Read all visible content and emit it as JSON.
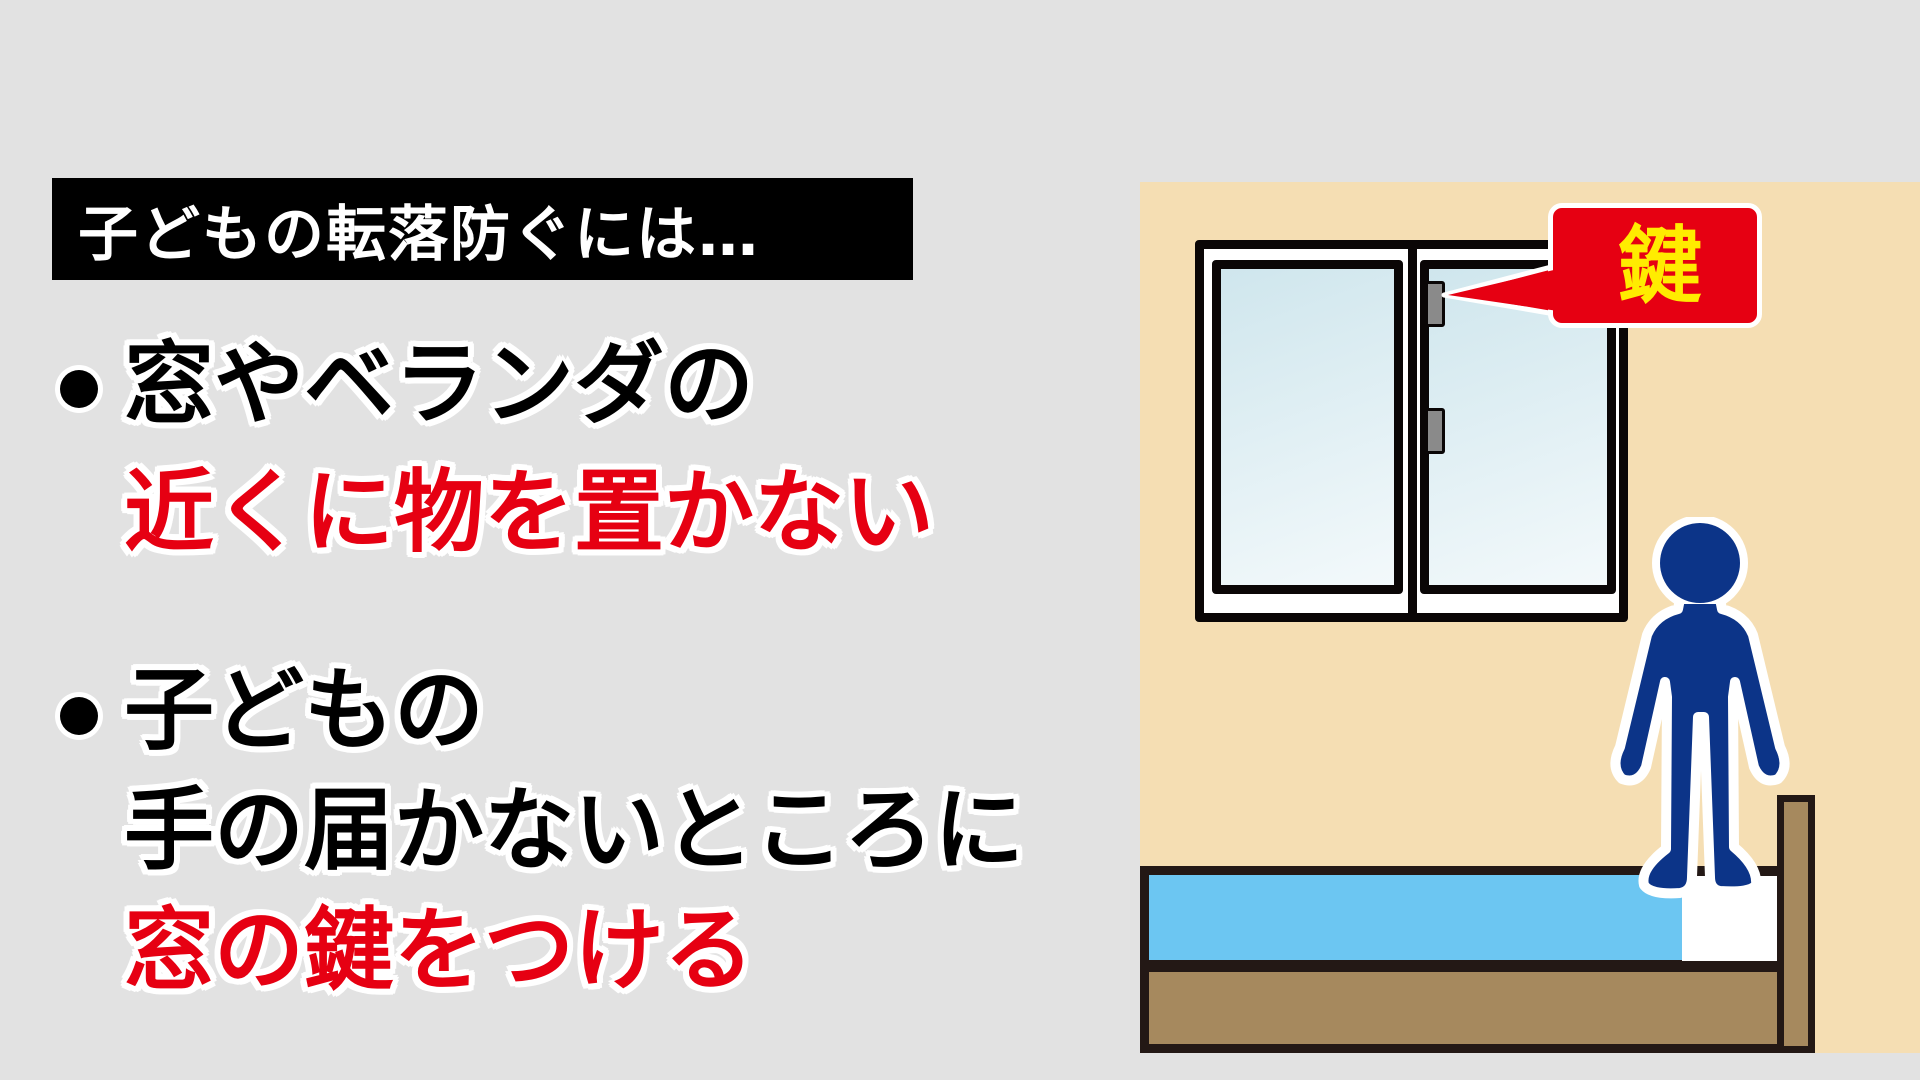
{
  "header": {
    "label": "子どもの転落防ぐには…"
  },
  "bullets": [
    {
      "lines": [
        {
          "text": "窓やベランダの",
          "color": "#000000"
        },
        {
          "text": "近くに物を置かない",
          "color": "#e60012"
        }
      ]
    },
    {
      "lines": [
        {
          "text": "子どもの",
          "color": "#000000"
        },
        {
          "text": "手の届かないところに",
          "color": "#000000"
        },
        {
          "text": "窓の鍵をつける",
          "color": "#e60012"
        }
      ]
    }
  ],
  "illustration": {
    "callout_label": "鍵",
    "callout_color": "#e60012",
    "callout_text_color": "#ffec00",
    "wall_color": "#f5deb3",
    "person_color": "#0c3488",
    "mattress_color": "#6cc6f2",
    "bed_frame_color": "#a6895e",
    "icons": [
      "window-icon",
      "lock-icon",
      "child-figure-icon",
      "bed-icon"
    ]
  },
  "colors": {
    "background": "#e2e2e2",
    "accent_red": "#e60012"
  }
}
